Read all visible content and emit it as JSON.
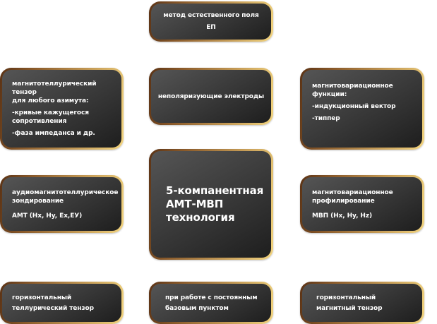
{
  "diagram": {
    "top": {
      "lines": [
        "метод естественного поля",
        "ЕП"
      ]
    },
    "mt_tensor": {
      "title": [
        "магнитотеллурический тензор",
        "для любого азимута:"
      ],
      "item1": [
        "-кривые кажущегося",
        "сопротивления"
      ],
      "item2": "-фаза импеданса и др."
    },
    "electrodes": {
      "text": "неполяризующие электроды"
    },
    "mv_functions": {
      "title": [
        "магнитовариационное",
        "функции:"
      ],
      "item1": "-индукционный вектор",
      "item2": "-типпер"
    },
    "center": {
      "lines": [
        "5-компанентная",
        "АМТ-МВП",
        "технология"
      ]
    },
    "amt": {
      "title": [
        "аудиомагнитотеллурическое",
        "зондирование"
      ],
      "sub": "АМТ (Hx, Hy, Ex,EУ)"
    },
    "mvp": {
      "title": [
        "магнитовариационное",
        "профилирование"
      ],
      "sub": "МВП (Hx, Hy, Hz)"
    },
    "tell_tensor": {
      "lines": [
        "горизонтальный",
        "теллурический тензор"
      ]
    },
    "base_point": {
      "lines": [
        "при работе с постоянным",
        "базовым пунктом"
      ]
    },
    "mag_tensor": {
      "lines": [
        "горизонтальный",
        "магнитный тензор"
      ]
    }
  },
  "colors": {
    "box_fill_light": "#555555",
    "box_fill_dark": "#1e1e1e",
    "border_dark": "#5a3215",
    "border_gold": "#f2d47f",
    "text": "#ffffff",
    "background": "#ffffff"
  }
}
